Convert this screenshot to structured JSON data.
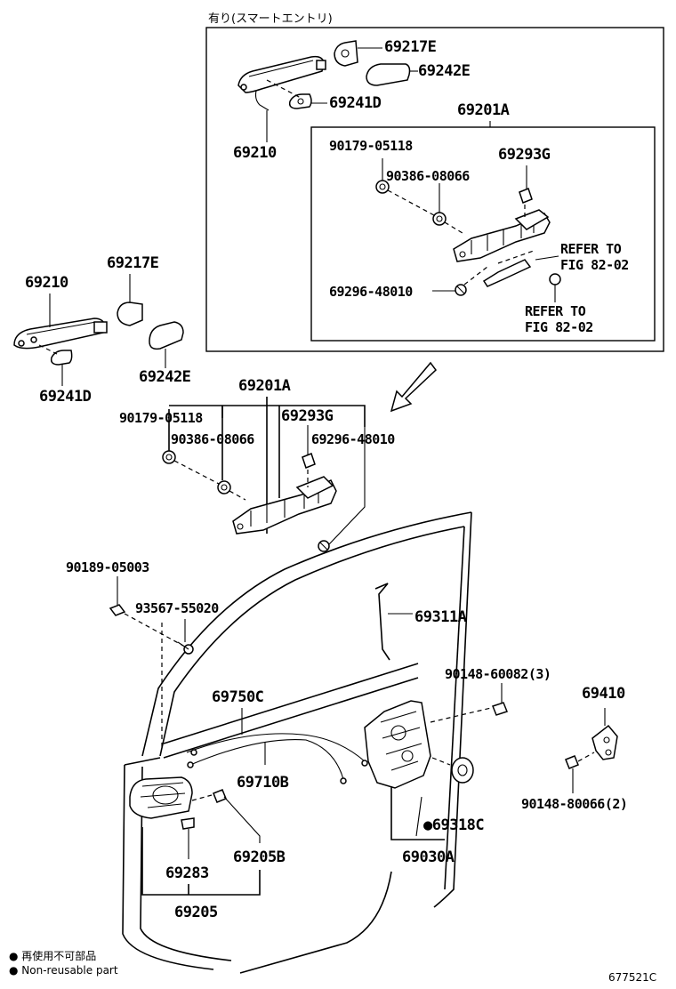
{
  "header_note": "有り(スマートエントリ)",
  "labels": {
    "p69217E_top": "69217E",
    "p69242E_top": "69242E",
    "p69241D_top": "69241D",
    "p69210_top": "69210",
    "p69201A_top": "69201A",
    "p90179_top": "90179-05118",
    "p90386_top": "90386-08066",
    "p69293G_top": "69293G",
    "p69296_top": "69296-48010",
    "refer1": "REFER TO",
    "fig1": "FIG 82-02",
    "refer2": "REFER TO",
    "fig2": "FIG 82-02",
    "p69210": "69210",
    "p69217E": "69217E",
    "p69241D": "69241D",
    "p69242E": "69242E",
    "p69201A": "69201A",
    "p90179": "90179-05118",
    "p69293G": "69293G",
    "p90386": "90386-08066",
    "p69296": "69296-48010",
    "p90189": "90189-05003",
    "p93567": "93567-55020",
    "p69311A": "69311A",
    "p90148a": "90148-60082(3)",
    "p69410": "69410",
    "p69750C": "69750C",
    "p69710B": "69710B",
    "p90148b": "90148-80066(2)",
    "p69318C": "●69318C",
    "p69205B": "69205B",
    "p69283": "69283",
    "p69030A": "69030A",
    "p69205": "69205"
  },
  "legend": {
    "jp": "● 再使用不可部品",
    "en": "● Non-reusable part"
  },
  "diagram_code": "677521C"
}
